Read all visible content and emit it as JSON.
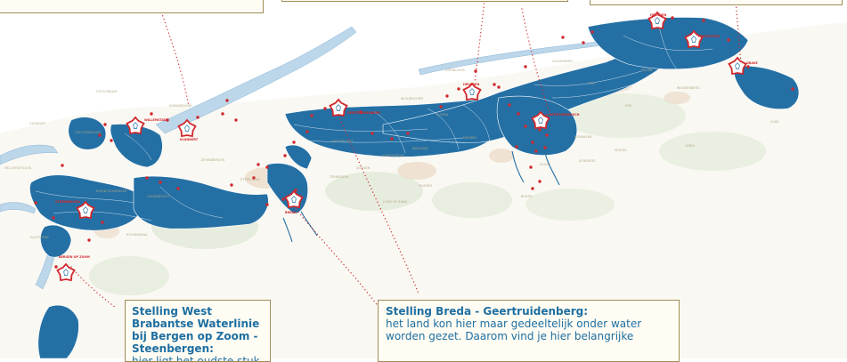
{
  "callouts": [
    {
      "title": "Stelling West Brabantse Waterlinie",
      "title2": "bij Bergen op Zoom - Steenbergen:",
      "body": "hier ligt het oudste stuk, de basis"
    },
    {
      "title": "Stelling Breda - Geertruidenberg:",
      "body1": "het land kon hier maar gedeeltelijk onder water",
      "body2": "worden gezet. Daarom vind je hier belangrijke"
    }
  ],
  "fort_labels": [
    "WILLEMSTAD",
    "KLUNDERT",
    "BREDA",
    "GEERTRUIDENBERG",
    "HEUSDEN",
    "'s-HERTOGENBOSCH",
    "RAVENSTEIN",
    "GRAVE",
    "BERGEN OP ZOOM",
    "STEENBERGEN",
    "HEUSDEN"
  ],
  "place_labels": [
    "OUDDORP",
    "STELLENDAM",
    "OOLTGENSPLAAT",
    "ZEVENBERGEN",
    "ETTEN-LEUR",
    "OUDENBOSCH",
    "ROOSENDAAL",
    "HALSTEREN",
    "TILBURG",
    "WAALWIJK",
    "OOSTERHOUT",
    "DRUNEN",
    "VUGHT",
    "ROSMALEN",
    "OSS",
    "UDEN",
    "BOXTEL",
    "VEGHEL",
    "SCHIJNDEL",
    "DONGEN",
    "KAATSHEUVEL",
    "WOUDRICHEM",
    "ALTENA",
    "CUIJK",
    "LITH",
    "MEGEN",
    "ZALTBOMMEL",
    "WOUDENBERG",
    "GORINCHEM",
    "HELLEVOETSLUIS",
    "NUMANSDORP",
    "TERHEIJDEN",
    "LOON OP ZAND",
    "NIEUW-VOSSEMEER"
  ],
  "colors": {
    "inundation": "#2470a5",
    "water": "#bcd6ea",
    "fort": "#d0282c",
    "land_green": "#d5e4cd",
    "built": "#ead9c5",
    "border": "#a08d57",
    "text": "#1e6fa2"
  }
}
